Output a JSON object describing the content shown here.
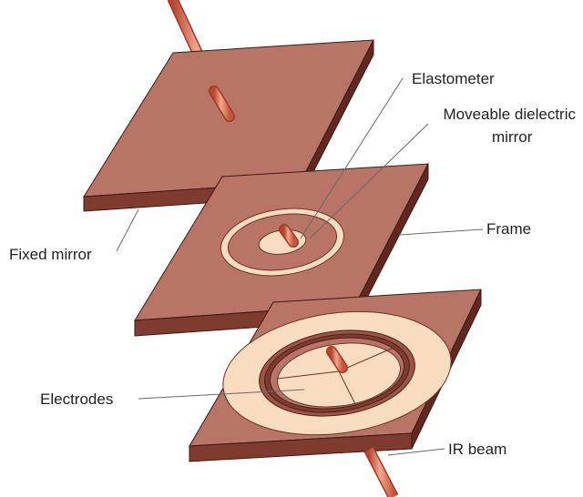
{
  "labels": {
    "elastometer": "Elastometer",
    "moveable_line1": "Moveable dielectric",
    "moveable_line2": "mirror",
    "frame": "Frame",
    "fixed_mirror": "Fixed mirror",
    "electrodes": "Electrodes",
    "ir_beam": "IR beam"
  },
  "colors": {
    "plate_top": "#b87565",
    "plate_front": "#7d3c2e",
    "plate_side": "#5e2a20",
    "plate_outline": "#3b1a13",
    "ring_light": "#f8dcc0",
    "beam": "#e06a4c",
    "beam_highlight": "#f4a78e"
  }
}
